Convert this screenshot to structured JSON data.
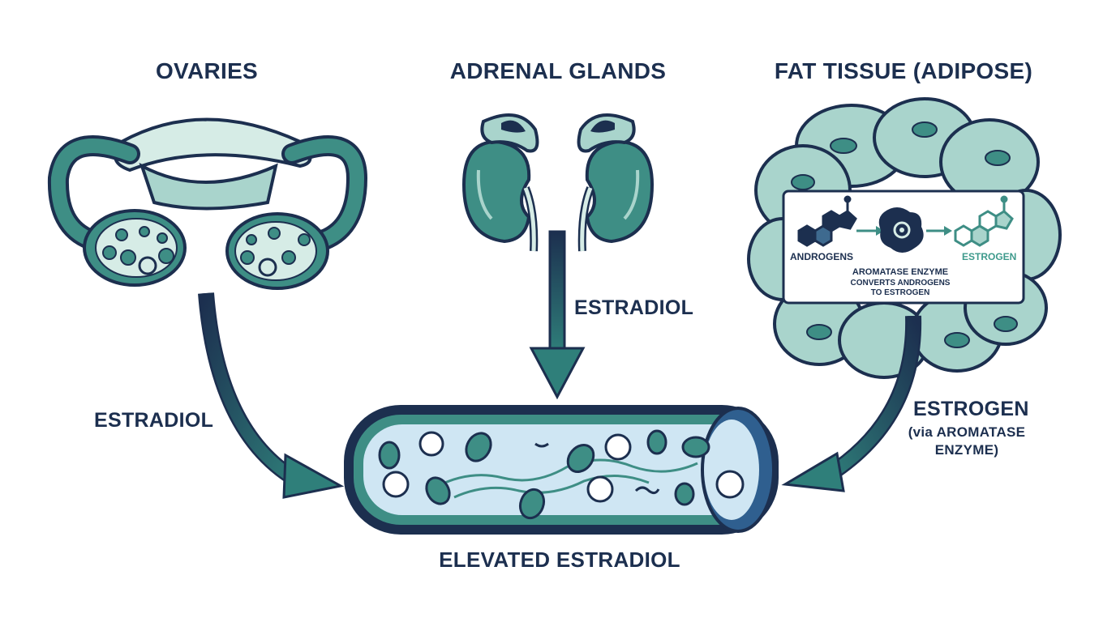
{
  "titles": {
    "ovaries": "OVARIES",
    "adrenal": "ADRENAL GLANDS",
    "fat": "FAT TISSUE (ADIPOSE)"
  },
  "flows": {
    "ovaries_label": "ESTRADIOL",
    "adrenal_label": "ESTRADIOL",
    "fat_label": "ESTROGEN",
    "fat_sublabel_1": "(via AROMATASE",
    "fat_sublabel_2": "ENZYME)"
  },
  "aromatase_box": {
    "input": "ANDROGENS",
    "output": "ESTROGEN",
    "enzyme": "AROMATASE ENZYME",
    "desc_1": "CONVERTS ANDROGENS",
    "desc_2": "TO ESTROGEN"
  },
  "bloodstream": {
    "label": "ELEVATED ESTRADIOL"
  },
  "colors": {
    "navy": "#1c2f4f",
    "teal": "#3e8e85",
    "teal_light": "#a9d4cc",
    "teal_pale": "#d6ece6",
    "vessel_fill": "#cfe6f3",
    "estrogen_text": "#3e9a8c"
  }
}
